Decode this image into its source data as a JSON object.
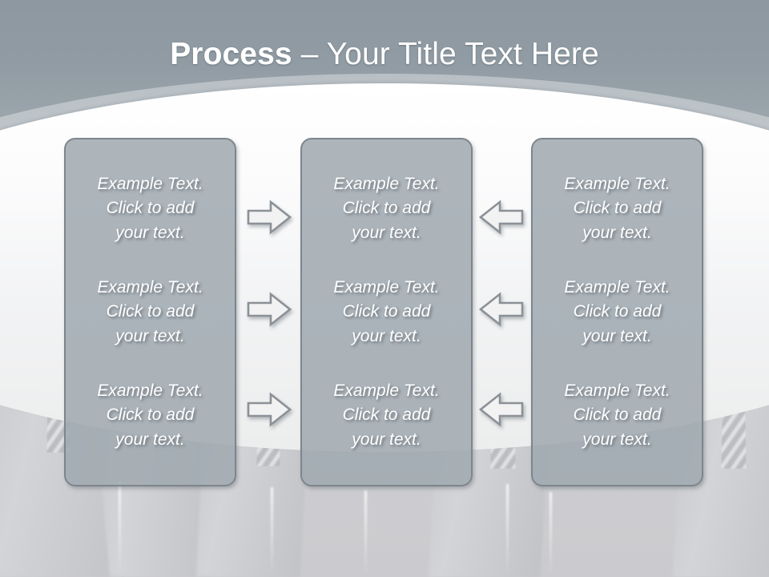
{
  "slide": {
    "title": {
      "bold_part": "Process",
      "rest_part": " – Your Title Text Here"
    },
    "background": {
      "top_band_color_top": "#8d98a0",
      "top_band_color_bottom": "#a6afb5",
      "bottom_color": "#cdcdd0",
      "arc_color": "#ffffff",
      "watermark_letters": [
        "e",
        "a",
        "a",
        "l"
      ]
    },
    "box_style": {
      "fill": "#a0a9b0",
      "border": "#7d868d",
      "text_color": "#ffffff"
    },
    "columns": [
      {
        "name": "column-1",
        "items": [
          "Example Text.\nClick  to add\nyour text.",
          "Example Text.\nClick  to add\nyour text.",
          "Example Text.\nClick  to add\nyour text."
        ]
      },
      {
        "name": "column-2",
        "items": [
          "Example Text.\nClick  to add\nyour text.",
          "Example Text.\nClick  to add\nyour text.",
          "Example Text.\nClick  to add\nyour text."
        ]
      },
      {
        "name": "column-3",
        "items": [
          "Example Text.\nClick  to add\nyour text.",
          "Example Text.\nClick  to add\nyour text.",
          "Example Text.\nClick  to add\nyour text."
        ]
      }
    ],
    "connectors": {
      "left_group_direction": "right",
      "right_group_direction": "left",
      "fill": "#f2f2f2",
      "stroke": "#8b9197",
      "rows": 3
    }
  }
}
